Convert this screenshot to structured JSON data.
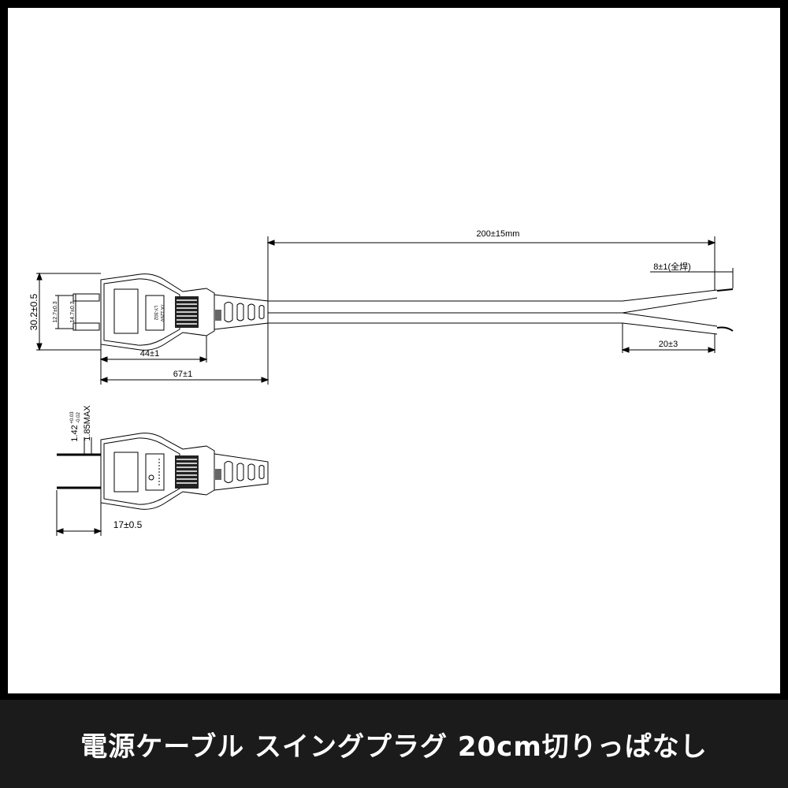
{
  "caption": "電源ケーブル スイングプラグ 20cm切りっぱなし",
  "dimensions": {
    "cable_length": "200±15mm",
    "strip_length": "8±1(全焊)",
    "split_length": "20±3",
    "plug_height": "30.2±0.5",
    "blade_spacing": "12.7±0.3",
    "blade_width": "14.7±0.3",
    "head_length": "44±1",
    "total_plug_length": "67±1",
    "blade_thickness": "1.42",
    "blade_thickness_tol_upper": "+0.03",
    "blade_thickness_tol_lower": "-0.02",
    "max_thickness": "1.85MAX",
    "blade_length": "17±0.5"
  },
  "plug_markings": {
    "model": "LY-302",
    "rating": "7A 125V"
  }
}
